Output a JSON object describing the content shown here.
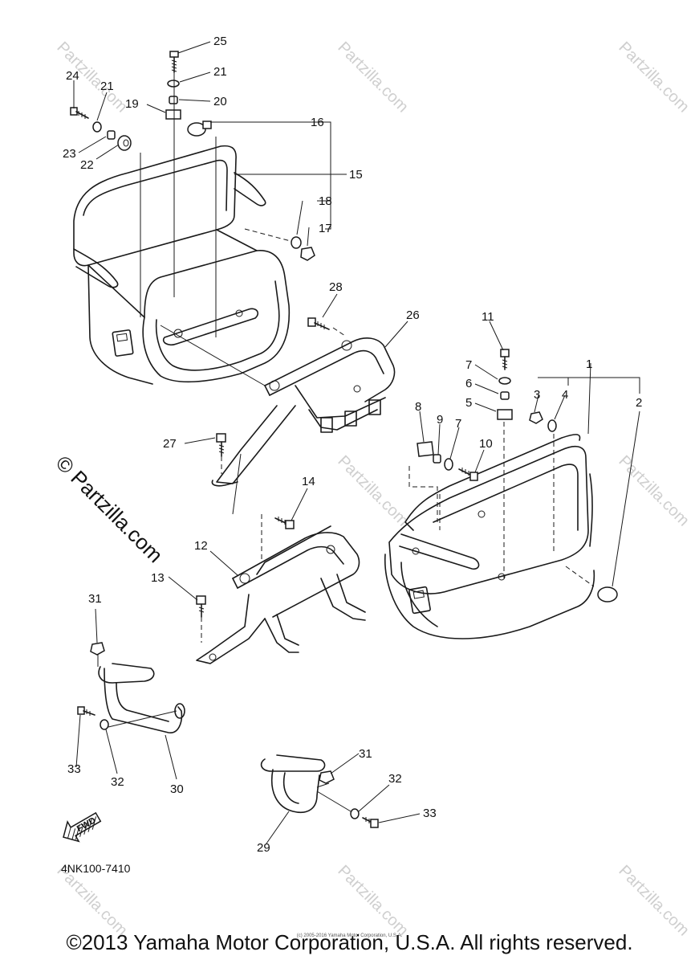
{
  "diagram": {
    "code": "4NK100-7410",
    "fwd_label": "FWD",
    "watermark": "© Partzilla.com",
    "watermark_small": "Partzilla.com"
  },
  "callouts": {
    "c1": "1",
    "c2": "2",
    "c3": "3",
    "c4": "4",
    "c5": "5",
    "c6": "6",
    "c7a": "7",
    "c7b": "7",
    "c8": "8",
    "c9": "9",
    "c10": "10",
    "c11": "11",
    "c12": "12",
    "c13": "13",
    "c14": "14",
    "c15": "15",
    "c16": "16",
    "c17": "17",
    "c18": "18",
    "c19": "19",
    "c20": "20",
    "c21a": "21",
    "c21b": "21",
    "c22": "22",
    "c23": "23",
    "c24": "24",
    "c25": "25",
    "c26": "26",
    "c27": "27",
    "c28": "28",
    "c29": "29",
    "c30": "30",
    "c31a": "31",
    "c31b": "31",
    "c32a": "32",
    "c32b": "32",
    "c33a": "33",
    "c33b": "33"
  },
  "footer": {
    "copyright": "©2013 Yamaha Motor Corporation, U.S.A. All rights reserved.",
    "fine_print": "(c) 2005-2016 Yamaha Motor Corporation, U.S.A."
  }
}
